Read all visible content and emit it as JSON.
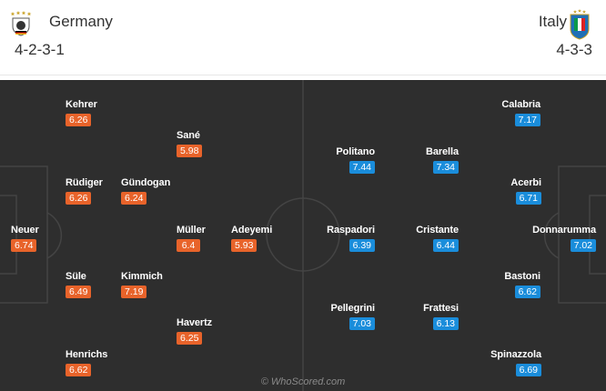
{
  "colors": {
    "home_rating": "#e8632a",
    "away_rating": "#1a8ddb",
    "pitch": "#2e2e2e",
    "lines": "#3f3f3f"
  },
  "home": {
    "name": "Germany",
    "formation": "4-2-3-1",
    "crest_icon": "germany-crest-icon",
    "players": [
      {
        "name": "Kehrer",
        "rating": "6.26"
      },
      {
        "name": "Sané",
        "rating": "5.98"
      },
      {
        "name": "Rüdiger",
        "rating": "6.26"
      },
      {
        "name": "Gündogan",
        "rating": "6.24"
      },
      {
        "name": "Neuer",
        "rating": "6.74"
      },
      {
        "name": "Müller",
        "rating": "6.4"
      },
      {
        "name": "Adeyemi",
        "rating": "5.93"
      },
      {
        "name": "Süle",
        "rating": "6.49"
      },
      {
        "name": "Kimmich",
        "rating": "7.19"
      },
      {
        "name": "Havertz",
        "rating": "6.25"
      },
      {
        "name": "Henrichs",
        "rating": "6.62"
      }
    ]
  },
  "away": {
    "name": "Italy",
    "formation": "4-3-3",
    "crest_icon": "italy-crest-icon",
    "players": [
      {
        "name": "Calabria",
        "rating": "7.17"
      },
      {
        "name": "Politano",
        "rating": "7.44"
      },
      {
        "name": "Barella",
        "rating": "7.34"
      },
      {
        "name": "Acerbi",
        "rating": "6.71"
      },
      {
        "name": "Raspadori",
        "rating": "6.39"
      },
      {
        "name": "Cristante",
        "rating": "6.44"
      },
      {
        "name": "Donnarumma",
        "rating": "7.02"
      },
      {
        "name": "Bastoni",
        "rating": "6.62"
      },
      {
        "name": "Pellegrini",
        "rating": "7.03"
      },
      {
        "name": "Frattesi",
        "rating": "6.13"
      },
      {
        "name": "Spinazzola",
        "rating": "6.69"
      }
    ]
  },
  "watermark": "© WhoScored.com"
}
